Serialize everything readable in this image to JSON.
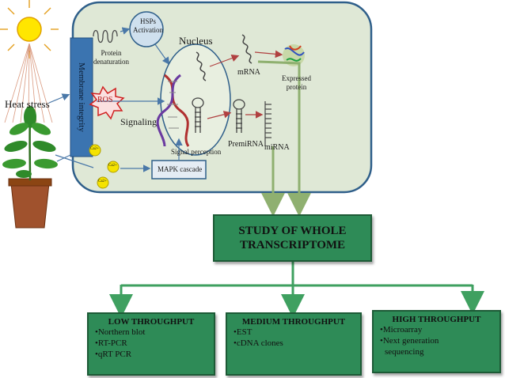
{
  "heat_stress_label": "Heat stress",
  "membrane_label": "Membrane integrity",
  "hsps_label": "HSPs\nActivation",
  "protein_denat_label": "Protein\ndenaturation",
  "nucleus_label": "Nucleus",
  "mrna_label": "mRNA",
  "expressed_protein_label": "Expressed\nprotein",
  "ros_label": "ROS",
  "signaling_label": "Signaling",
  "premirna_label": "PremiRNA",
  "mirna_label": "miRNA",
  "signal_perception_label": "Signal perception",
  "mapk_label": "MAPK cascade",
  "ca_label": "Ca2+",
  "study_title": "STUDY OF WHOLE\nTRANSCRIPTOME",
  "low": {
    "title": "LOW THROUGHPUT",
    "items": [
      "•Northern blot",
      "•RT-PCR",
      "•qRT PCR"
    ]
  },
  "medium": {
    "title": "MEDIUM THROUGHPUT",
    "items": [
      "•EST",
      "•cDNA clones"
    ]
  },
  "high": {
    "title": "HIGH THROUGHPUT",
    "items": [
      "•Microarray",
      "•Next generation",
      "sequencing"
    ]
  },
  "colors": {
    "cell_fill": "#dfe8d6",
    "cell_border": "#2f5f8a",
    "membrane": "#3b74b0",
    "green_box": "#2e8b57",
    "arrow": "#8fb070"
  }
}
